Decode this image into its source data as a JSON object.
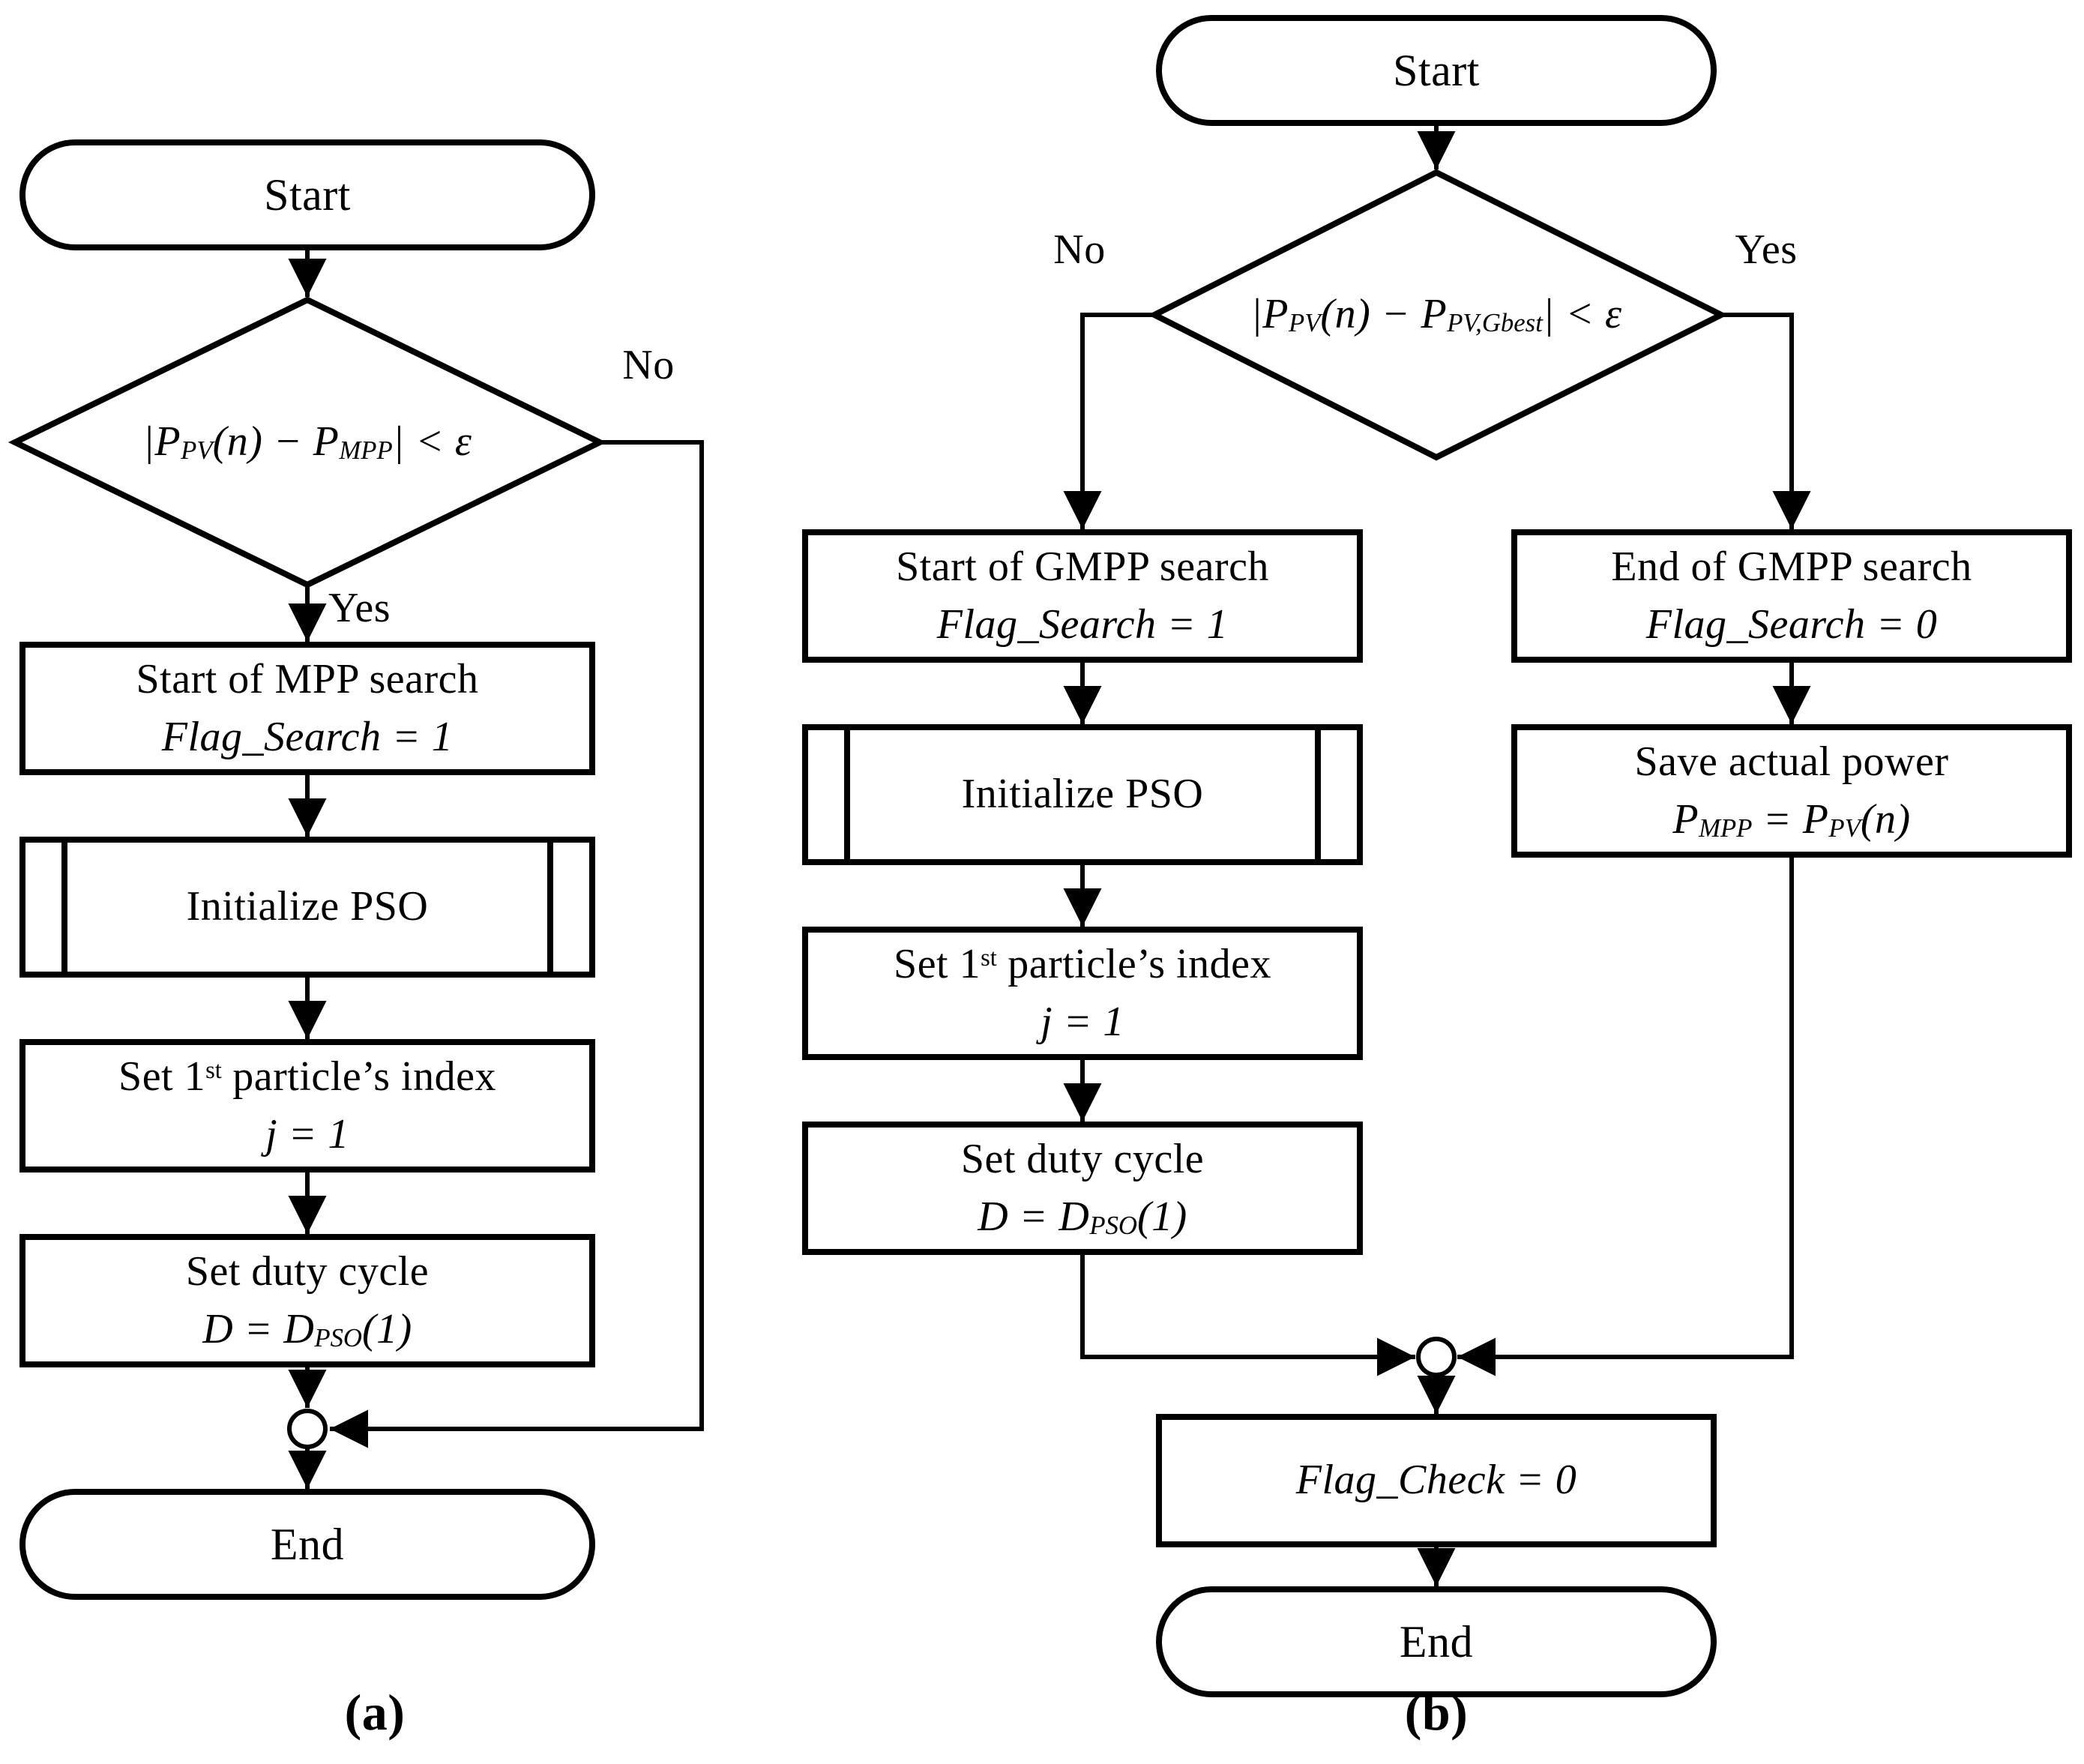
{
  "colors": {
    "stroke": "#000000",
    "background": "#ffffff"
  },
  "a": {
    "label": "(a)",
    "start": "Start",
    "decision": {
      "pre": "|P",
      "sub1": "PV",
      "mid": "(n) − P",
      "sub2": "MPP",
      "post": "| < ε"
    },
    "no": "No",
    "yes": "Yes",
    "box1": {
      "line1": "Start of MPP search",
      "line2": "Flag_Search = 1"
    },
    "box2": "Initialize PSO",
    "box3": {
      "line1_pre": "Set 1",
      "line1_sup": "st",
      "line1_post": " particle’s index",
      "line2": "j = 1"
    },
    "box4": {
      "line1": "Set duty cycle",
      "line2_pre": "D = D",
      "line2_sub": "PSO",
      "line2_post": "(1)"
    },
    "end": "End"
  },
  "b": {
    "label": "(b)",
    "start": "Start",
    "decision": {
      "pre": "|P",
      "sub1": "PV",
      "mid": "(n) − P",
      "sub2": "PV,Gbest",
      "post": "| < ε"
    },
    "no": "No",
    "yes": "Yes",
    "box1": {
      "line1": "Start of GMPP search",
      "line2": "Flag_Search = 1"
    },
    "box2": "Initialize PSO",
    "box3": {
      "line1_pre": "Set 1",
      "line1_sup": "st",
      "line1_post": " particle’s index",
      "line2": "j = 1"
    },
    "box4": {
      "line1": "Set duty cycle",
      "line2_pre": "D = D",
      "line2_sub": "PSO",
      "line2_post": "(1)"
    },
    "box5": {
      "line1": "End of GMPP search",
      "line2": "Flag_Search = 0"
    },
    "box6": {
      "line1": "Save actual power",
      "line2_pre": "P",
      "line2_sub1": "MPP",
      "line2_mid": " = P",
      "line2_sub2": "PV",
      "line2_post": "(n)"
    },
    "box7": "Flag_Check = 0",
    "end": "End"
  }
}
